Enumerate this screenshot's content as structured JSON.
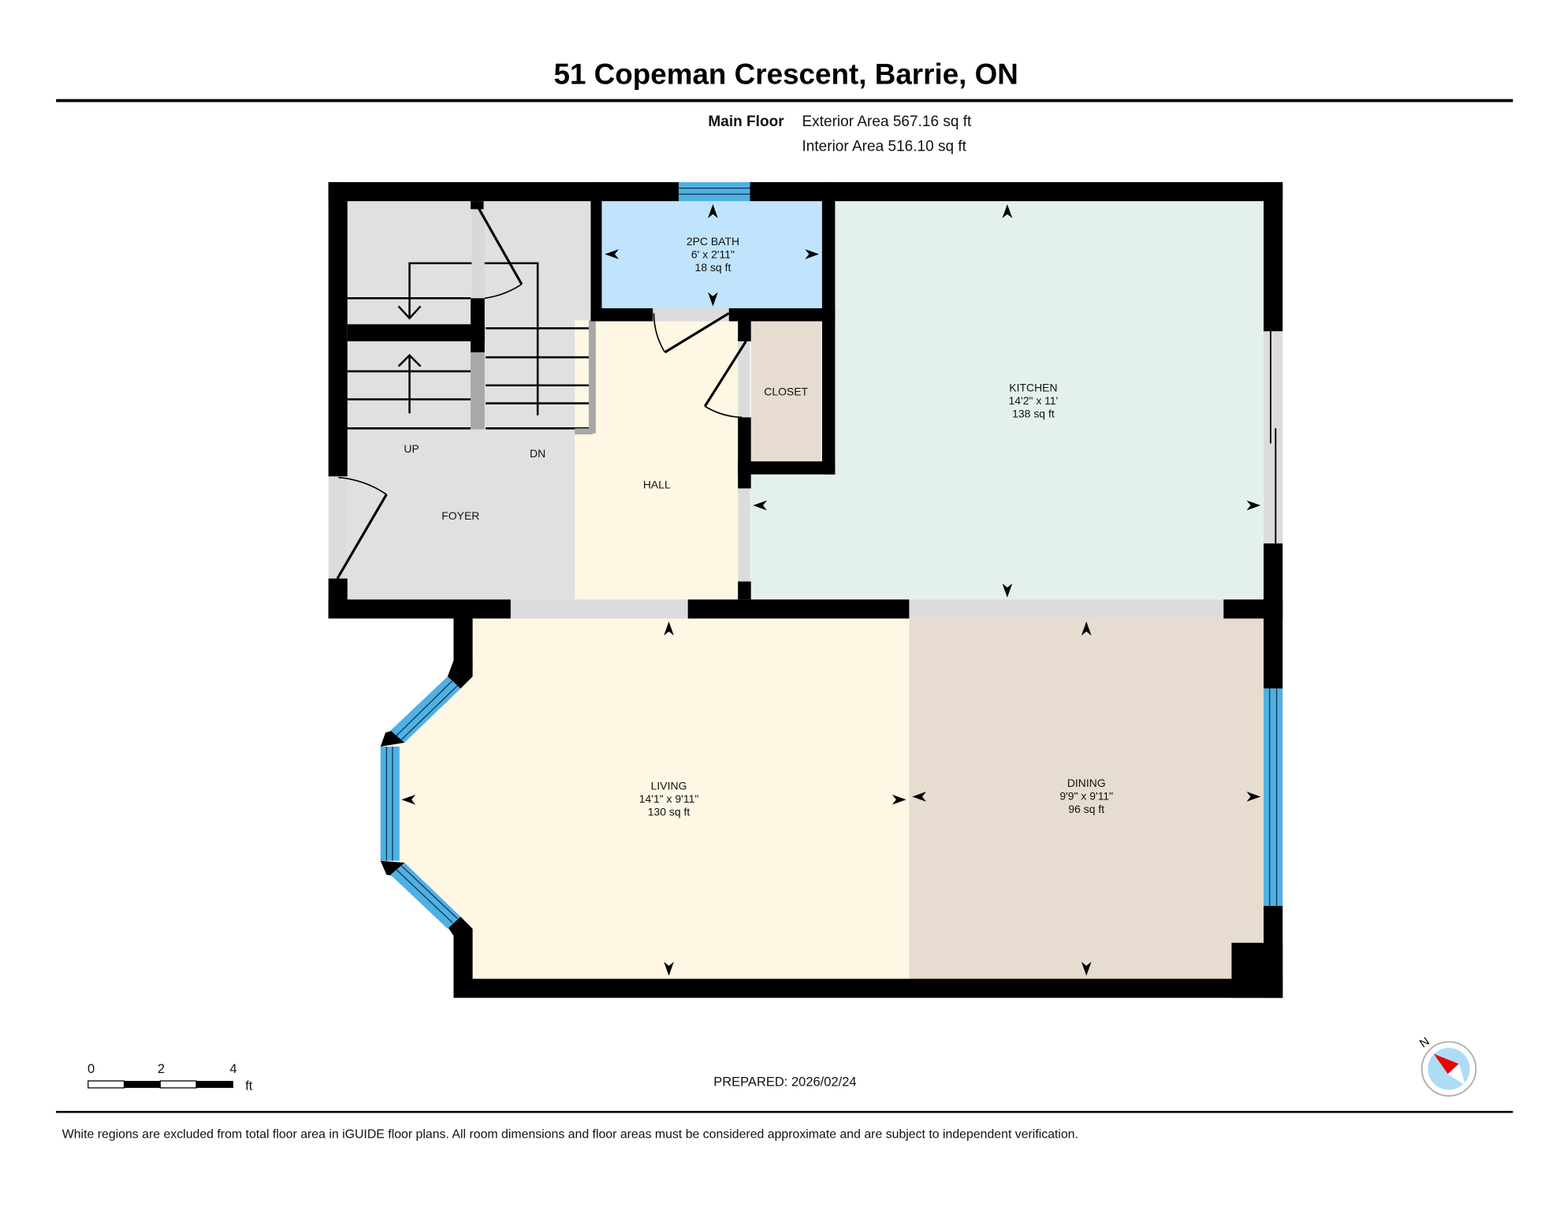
{
  "header": {
    "title": "51 Copeman Crescent, Barrie, ON",
    "floor_label": "Main Floor",
    "exterior_area": "Exterior Area 567.16 sq ft",
    "interior_area": "Interior Area 516.10 sq ft"
  },
  "colors": {
    "wall": "#000000",
    "window": "#4fb0e3",
    "stairs_foyer": "#e0e0e0",
    "bath": "#c0e4fb",
    "kitchen": "#e4f1ea",
    "hall_living": "#fdf7e4",
    "closet_dining": "#e6ddd0",
    "opening": "#dcdcdc"
  },
  "rooms": {
    "bath": {
      "name": "2PC BATH",
      "dims": "6' x 2'11\"",
      "area": "18 sq ft"
    },
    "kitchen": {
      "name": "KITCHEN",
      "dims": "14'2\" x 11'",
      "area": "138 sq ft"
    },
    "closet": {
      "name": "CLOSET"
    },
    "hall": {
      "name": "HALL"
    },
    "foyer": {
      "name": "FOYER"
    },
    "living": {
      "name": "LIVING",
      "dims": "14'1\" x 9'11\"",
      "area": "130 sq ft"
    },
    "dining": {
      "name": "DINING",
      "dims": "9'9\" x 9'11\"",
      "area": "96 sq ft"
    }
  },
  "stairs": {
    "up_label": "UP",
    "down_label": "DN"
  },
  "scale_bar": {
    "ticks": [
      "0",
      "2",
      "4"
    ],
    "unit": "ft"
  },
  "compass": {
    "label": "N"
  },
  "prepared": "PREPARED: 2026/02/24",
  "disclaimer": "White regions are excluded from total floor area in iGUIDE floor plans. All room dimensions and floor areas must be considered approximate and are subject to independent verification."
}
